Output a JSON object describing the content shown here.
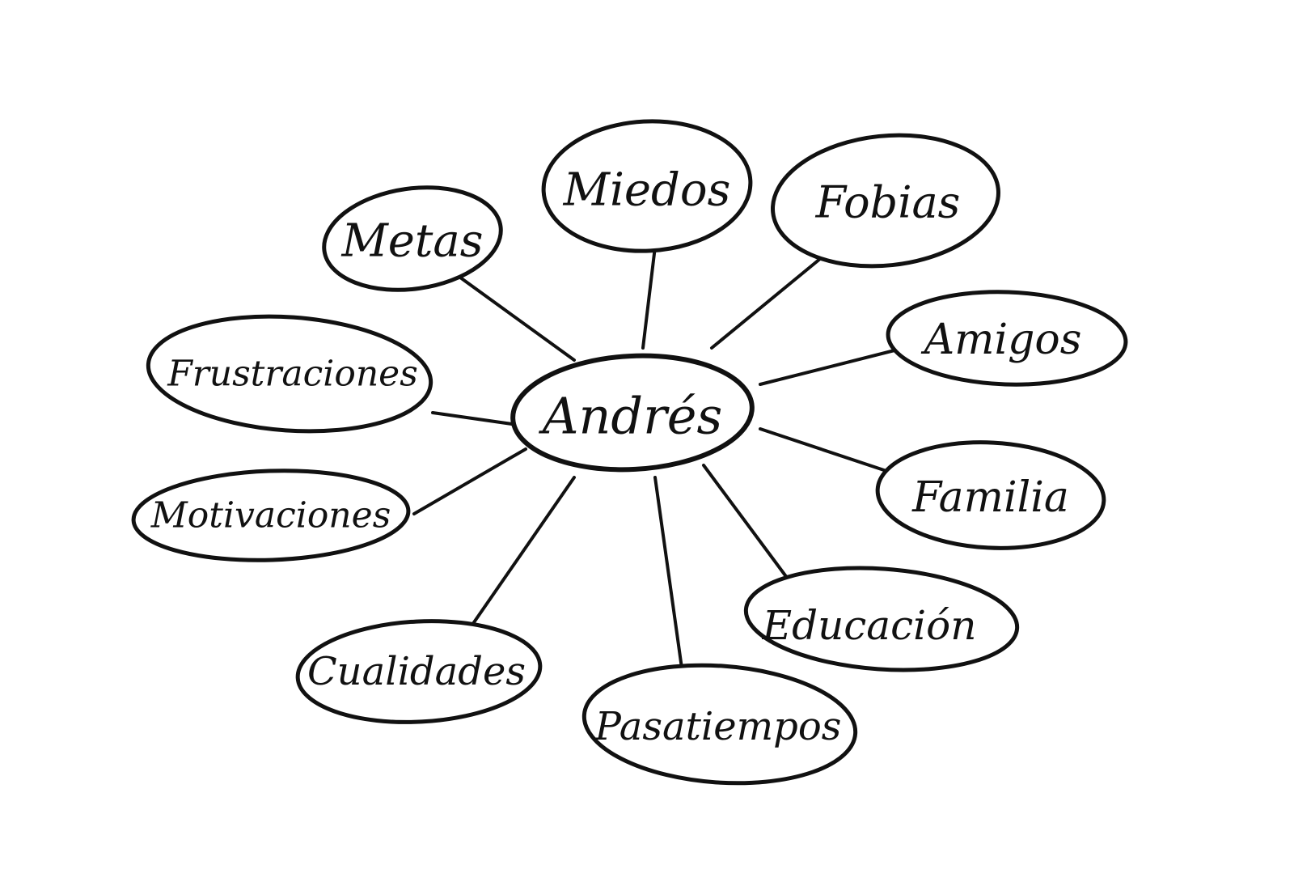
{
  "mindmap": {
    "center": {
      "label": "Andrés"
    },
    "nodes": [
      {
        "id": "metas",
        "label": "Metas"
      },
      {
        "id": "miedos",
        "label": "Miedos"
      },
      {
        "id": "fobias",
        "label": "Fobias"
      },
      {
        "id": "amigos",
        "label": "Amigos"
      },
      {
        "id": "frustraciones",
        "label": "Frustraciones"
      },
      {
        "id": "familia",
        "label": "Familia"
      },
      {
        "id": "motivaciones",
        "label": "Motivaciones"
      },
      {
        "id": "educacion",
        "label": "Educación"
      },
      {
        "id": "cualidades",
        "label": "Cualidades"
      },
      {
        "id": "pasatiempos",
        "label": "Pasatiempos"
      }
    ],
    "colors": {
      "ink": "#111111",
      "paper": "#ffffff"
    }
  }
}
